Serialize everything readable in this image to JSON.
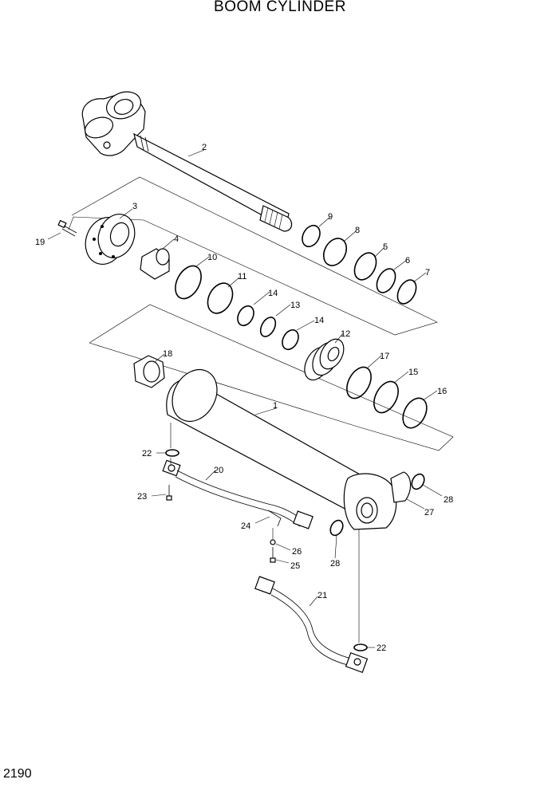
{
  "title": "BOOM CYLINDER",
  "page_number": "2190",
  "callouts": [
    "1",
    "2",
    "3",
    "4",
    "5",
    "6",
    "7",
    "8",
    "9",
    "10",
    "11",
    "12",
    "13",
    "14",
    "14",
    "15",
    "16",
    "17",
    "18",
    "19",
    "20",
    "21",
    "22",
    "22",
    "23",
    "24",
    "25",
    "26",
    "27",
    "28",
    "28"
  ]
}
